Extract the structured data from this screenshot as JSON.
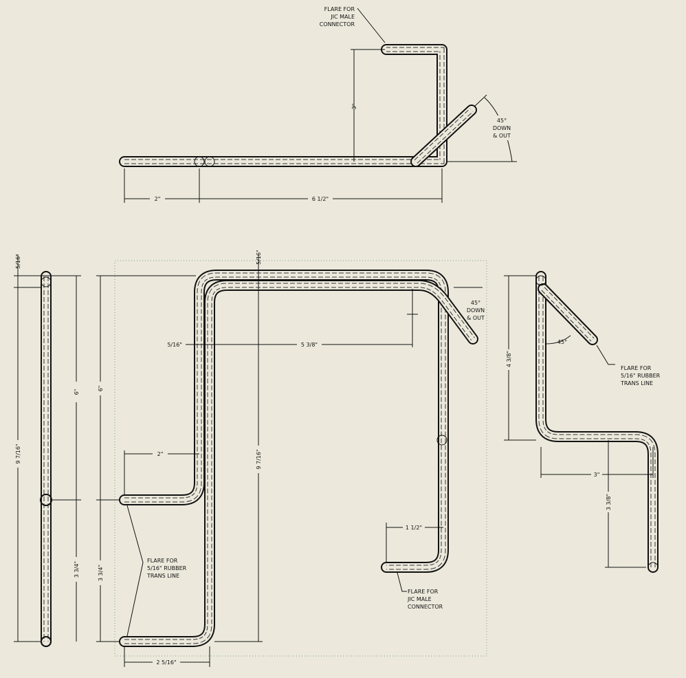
{
  "drawing": {
    "top_view": {
      "flare_note": [
        "FLARE FOR",
        "JIC MALE",
        "CONNECTOR"
      ],
      "dim_height": "3\"",
      "angle_note": [
        "45°",
        "DOWN",
        "& OUT"
      ],
      "dim_left": "2\"",
      "dim_length": "6 1/2\""
    },
    "left_view": {
      "dim_dia": "5/16\"",
      "dim_upper": "6\"",
      "dim_total": "9 7/16\"",
      "dim_lower": "3 3/4\""
    },
    "front_view": {
      "dim_top_offset": "5/16\"",
      "dim_offset": "5/16\"",
      "dim_width": "5 3/8\"",
      "angle_note": [
        "45°",
        "DOWN",
        "& OUT"
      ],
      "dim_upper": "6\"",
      "dim_stub": "2\"",
      "dim_total": "9 7/16\"",
      "dim_lower": "3 3/4\"",
      "flare_rubber_note": [
        "FLARE FOR",
        "5/16\" RUBBER",
        "TRANS LINE"
      ],
      "dim_jic_stub": "1 1/2\"",
      "flare_jic_note": [
        "FLARE FOR",
        "JIC MALE",
        "CONNECTOR"
      ],
      "dim_bottom": "2 5/16\""
    },
    "right_view": {
      "angle": "45°",
      "flare_note": [
        "FLARE FOR",
        "5/16\" RUBBER",
        "TRANS LINE"
      ],
      "dim_upper": "4 3/8\"",
      "dim_width": "3\"",
      "dim_lower": "3 3/8\""
    }
  }
}
